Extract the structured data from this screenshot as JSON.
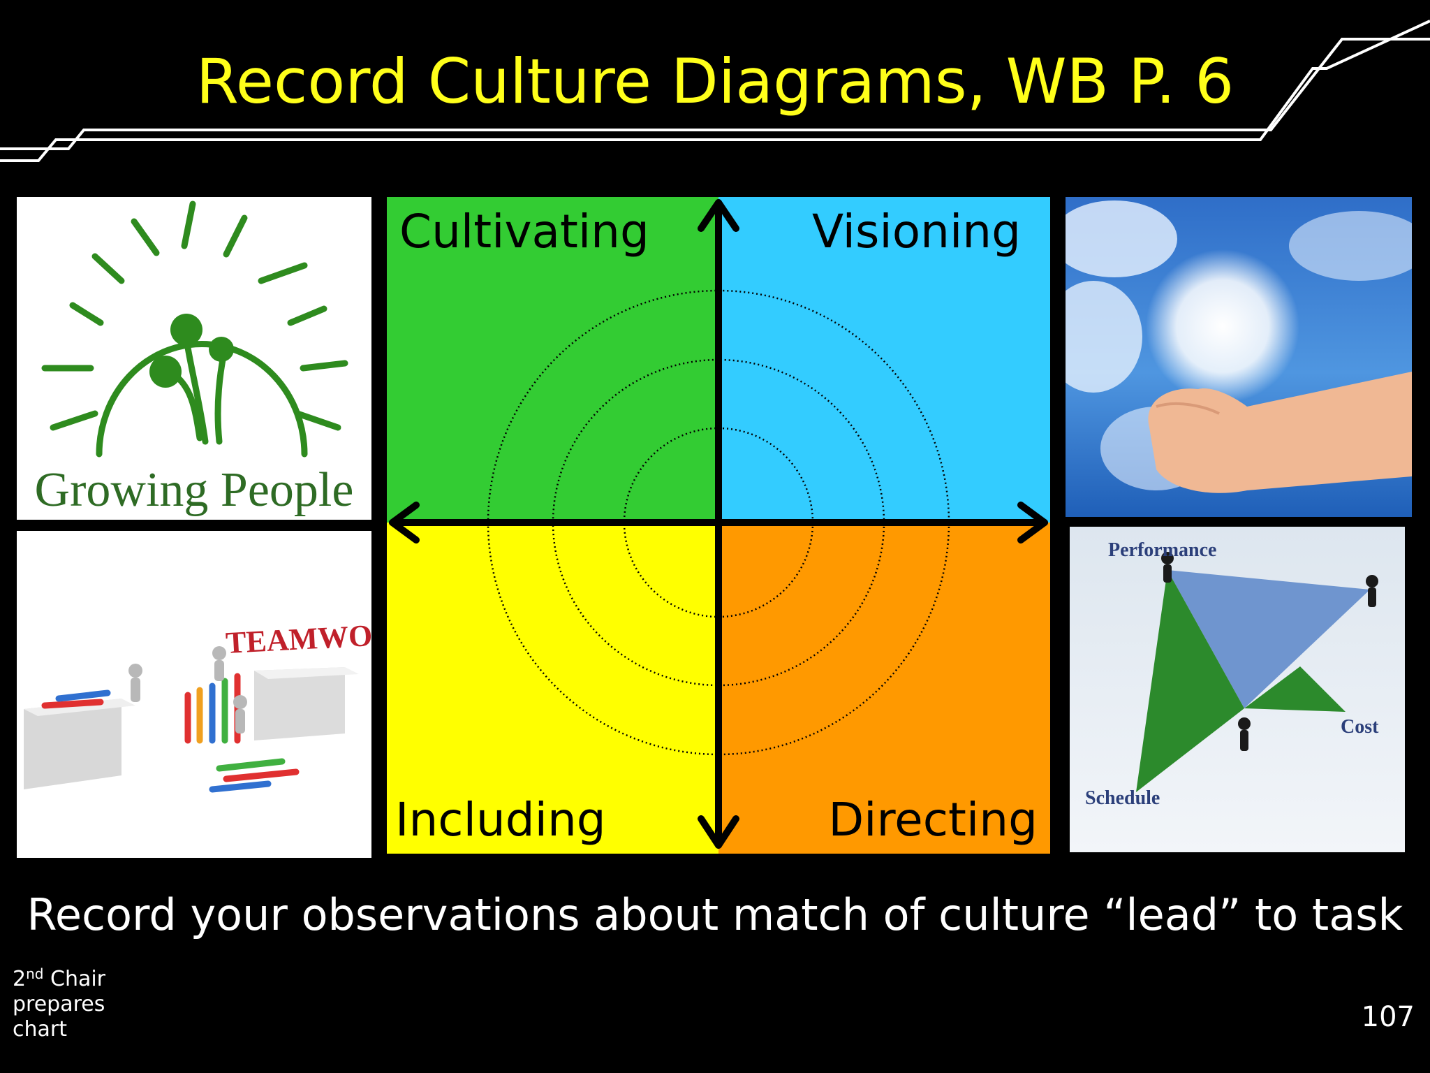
{
  "slide": {
    "title": "Record Culture Diagrams, WB P. 6",
    "observation": "Record your observations about match of culture “lead” to task",
    "footnote": {
      "ordinal": "2",
      "suffix": "nd",
      "rest": " Chair",
      "line2": "prepares",
      "line3": "chart"
    },
    "page_number": "107",
    "colors": {
      "title": "#ffff1a",
      "background": "#000000"
    }
  },
  "quadrants": {
    "top_left": {
      "label": "Cultivating",
      "color": "#33cc33"
    },
    "top_right": {
      "label": "Visioning",
      "color": "#33ccff"
    },
    "bottom_left": {
      "label": "Including",
      "color": "#ffff00"
    },
    "bottom_right": {
      "label": "Directing",
      "color": "#ff9900"
    }
  },
  "images": {
    "growing_people": {
      "caption": "Growing People"
    },
    "teamwork": {
      "caption": "TEAMWORK"
    },
    "triangle": {
      "performance": "Performance",
      "cost": "Cost",
      "schedule": "Schedule"
    }
  }
}
